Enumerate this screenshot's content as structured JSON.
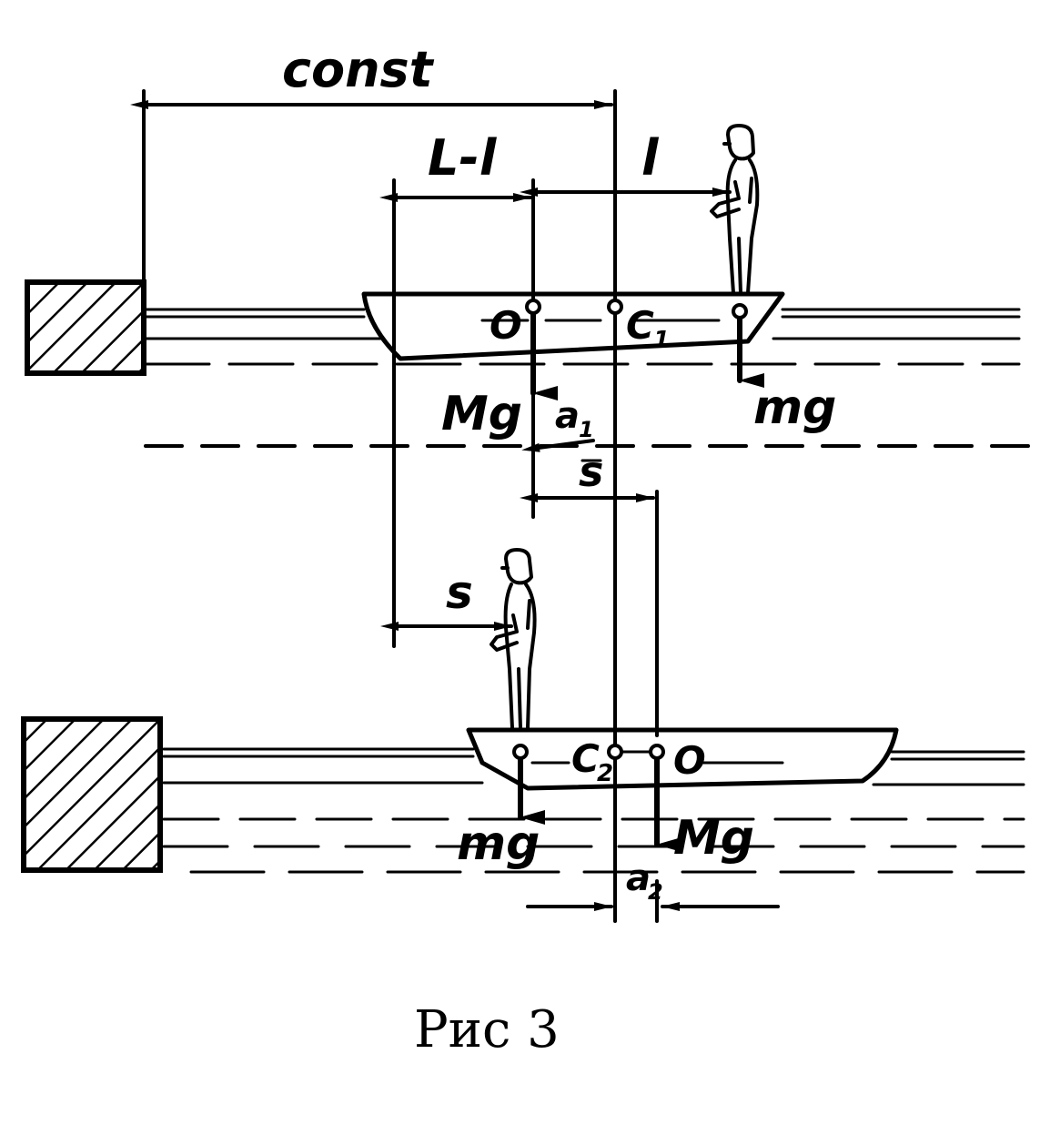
{
  "figure": {
    "caption": "Рис 3",
    "labels": {
      "const": "const",
      "L_minus_l": "L-l",
      "l": "l",
      "O_top": "O",
      "C1": "C",
      "C1_sub": "1",
      "Mg_top": "Mg",
      "mg_top": "mg",
      "a1": "a",
      "a1_sub": "1",
      "s_bar": "s",
      "s": "s",
      "C2": "C",
      "C2_sub": "2",
      "O_bottom": "O",
      "mg_bottom": "mg",
      "Mg_bottom": "Mg",
      "a2": "a",
      "a2_sub": "2"
    }
  }
}
